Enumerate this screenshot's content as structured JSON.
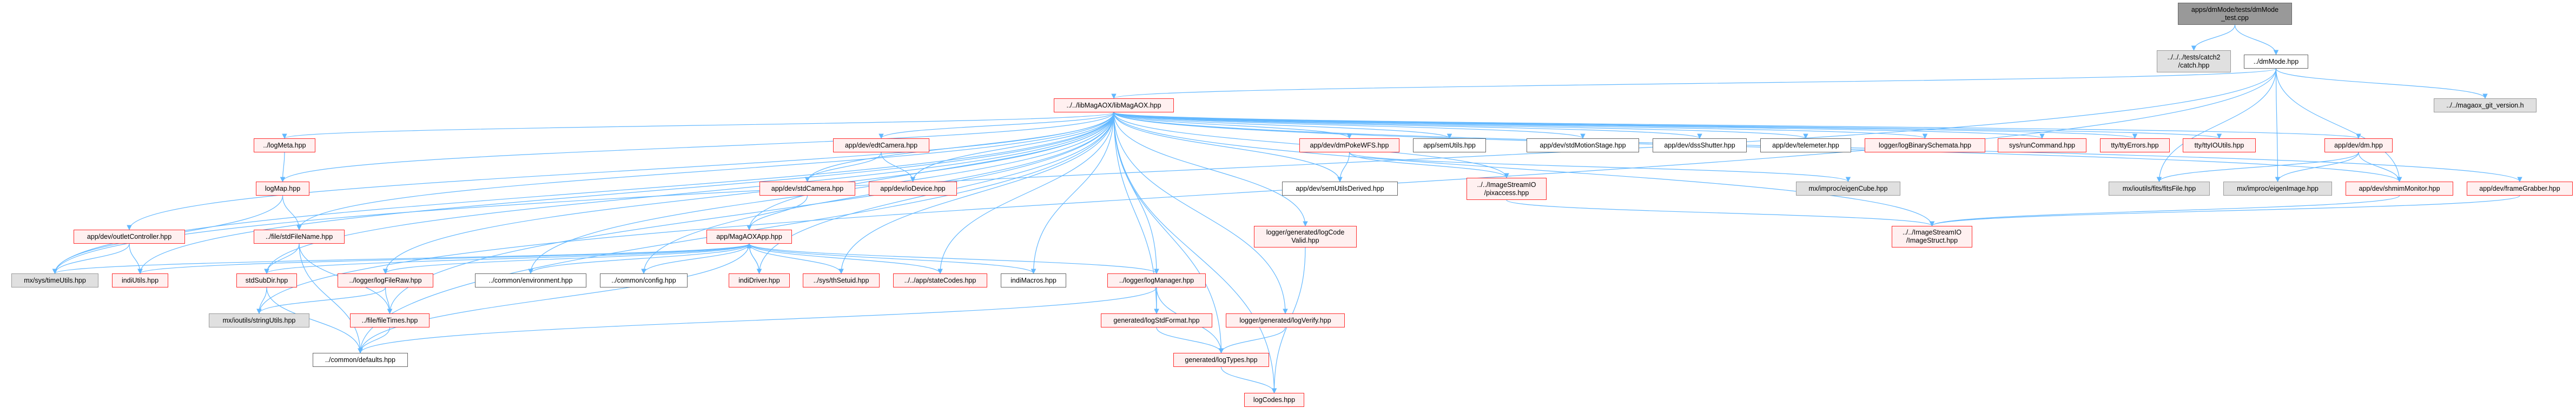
{
  "colors": {
    "edge": "#63b8ff",
    "red_border": "#ff2b2b",
    "red_fill": "#fff0f0",
    "gray_fill": "#e0e0e0",
    "root_fill": "#999999"
  },
  "nodes": [
    {
      "id": "root",
      "label": "apps/dmMode/tests/dmMode\n_test.cpp",
      "style": "root"
    },
    {
      "id": "catch",
      "label": "../../../tests/catch2\n/catch.hpp",
      "style": "gray"
    },
    {
      "id": "dmMode",
      "label": "../dmMode.hpp",
      "style": "white"
    },
    {
      "id": "gitver",
      "label": "../../magaox_git_version.h",
      "style": "gray"
    },
    {
      "id": "libMagAOX",
      "label": "../../libMagAOX/libMagAOX.hpp",
      "style": "red"
    },
    {
      "id": "logMeta",
      "label": "../logMeta.hpp",
      "style": "red"
    },
    {
      "id": "logMap",
      "label": "logMap.hpp",
      "style": "red"
    },
    {
      "id": "outletController",
      "label": "app/dev/outletController.hpp",
      "style": "red"
    },
    {
      "id": "stdFileName",
      "label": "../file/stdFileName.hpp",
      "style": "red"
    },
    {
      "id": "timeUtils",
      "label": "mx/sys/timeUtils.hpp",
      "style": "gray"
    },
    {
      "id": "indiUtils",
      "label": "indiUtils.hpp",
      "style": "red"
    },
    {
      "id": "stdSubDir",
      "label": "stdSubDir.hpp",
      "style": "red"
    },
    {
      "id": "logFileRaw",
      "label": "../logger/logFileRaw.hpp",
      "style": "red"
    },
    {
      "id": "environment",
      "label": "../common/environment.hpp",
      "style": "white"
    },
    {
      "id": "config",
      "label": "../common/config.hpp",
      "style": "white"
    },
    {
      "id": "stringUtils",
      "label": "mx/ioutils/stringUtils.hpp",
      "style": "gray"
    },
    {
      "id": "fileTimes",
      "label": "../file/fileTimes.hpp",
      "style": "red"
    },
    {
      "id": "defaults",
      "label": "../common/defaults.hpp",
      "style": "white"
    },
    {
      "id": "edtCamera",
      "label": "app/dev/edtCamera.hpp",
      "style": "red"
    },
    {
      "id": "stdCamera",
      "label": "app/dev/stdCamera.hpp",
      "style": "red"
    },
    {
      "id": "ioDevice",
      "label": "app/dev/ioDevice.hpp",
      "style": "red"
    },
    {
      "id": "MagAOXApp",
      "label": "app/MagAOXApp.hpp",
      "style": "red"
    },
    {
      "id": "indiDriver",
      "label": "indiDriver.hpp",
      "style": "red"
    },
    {
      "id": "thSetuid",
      "label": "../sys/thSetuid.hpp",
      "style": "red"
    },
    {
      "id": "stateCodes",
      "label": "../../app/stateCodes.hpp",
      "style": "red"
    },
    {
      "id": "indiMacros",
      "label": "indiMacros.hpp",
      "style": "white"
    },
    {
      "id": "logManager",
      "label": "../logger/logManager.hpp",
      "style": "red"
    },
    {
      "id": "logStdFormat",
      "label": "generated/logStdFormat.hpp",
      "style": "red"
    },
    {
      "id": "logVerify",
      "label": "logger/generated/logVerify.hpp",
      "style": "red"
    },
    {
      "id": "logTypes",
      "label": "generated/logTypes.hpp",
      "style": "red"
    },
    {
      "id": "logCodes",
      "label": "logCodes.hpp",
      "style": "red"
    },
    {
      "id": "logCodeValid",
      "label": "logger/generated/logCode\nValid.hpp",
      "style": "red"
    },
    {
      "id": "semUtilsDerived",
      "label": "app/dev/semUtilsDerived.hpp",
      "style": "white"
    },
    {
      "id": "dmPokeWFS",
      "label": "app/dev/dmPokeWFS.hpp",
      "style": "red"
    },
    {
      "id": "semUtils",
      "label": "app/semUtils.hpp",
      "style": "white"
    },
    {
      "id": "stdMotionStage",
      "label": "app/dev/stdMotionStage.hpp",
      "style": "white"
    },
    {
      "id": "dssShutter",
      "label": "app/dev/dssShutter.hpp",
      "style": "white"
    },
    {
      "id": "telemeter",
      "label": "app/dev/telemeter.hpp",
      "style": "white"
    },
    {
      "id": "logBinarySchemata",
      "label": "logger/logBinarySchemata.hpp",
      "style": "red"
    },
    {
      "id": "pixaccess",
      "label": "../../ImageStreamIO\n/pixaccess.hpp",
      "style": "red"
    },
    {
      "id": "eigenCube",
      "label": "mx/improc/eigenCube.hpp",
      "style": "gray"
    },
    {
      "id": "ImageStruct",
      "label": "../../ImageStreamIO\n/ImageStruct.hpp",
      "style": "red"
    },
    {
      "id": "runCommand",
      "label": "sys/runCommand.hpp",
      "style": "red"
    },
    {
      "id": "ttyErrors",
      "label": "tty/ttyErrors.hpp",
      "style": "red"
    },
    {
      "id": "ttyIOUtils",
      "label": "tty/ttyIOUtils.hpp",
      "style": "red"
    },
    {
      "id": "dm",
      "label": "app/dev/dm.hpp",
      "style": "red"
    },
    {
      "id": "fitsFile",
      "label": "mx/ioutils/fits/fitsFile.hpp",
      "style": "gray"
    },
    {
      "id": "eigenImage",
      "label": "mx/improc/eigenImage.hpp",
      "style": "gray"
    },
    {
      "id": "shmimMonitor",
      "label": "app/dev/shmimMonitor.hpp",
      "style": "red"
    },
    {
      "id": "frameGrabber",
      "label": "app/dev/frameGrabber.hpp",
      "style": "red"
    }
  ],
  "edges": [
    [
      "root",
      "catch"
    ],
    [
      "root",
      "dmMode"
    ],
    [
      "dmMode",
      "libMagAOX"
    ],
    [
      "dmMode",
      "gitver"
    ],
    [
      "dmMode",
      "fitsFile"
    ],
    [
      "dmMode",
      "eigenImage"
    ],
    [
      "dmMode",
      "shmimMonitor"
    ],
    [
      "dmMode",
      "timeUtils"
    ],
    [
      "dmMode",
      "stringUtils"
    ],
    [
      "libMagAOX",
      "logMeta"
    ],
    [
      "libMagAOX",
      "logMap"
    ],
    [
      "libMagAOX",
      "outletController"
    ],
    [
      "libMagAOX",
      "stdFileName"
    ],
    [
      "libMagAOX",
      "indiUtils"
    ],
    [
      "libMagAOX",
      "stdSubDir"
    ],
    [
      "libMagAOX",
      "logFileRaw"
    ],
    [
      "libMagAOX",
      "fileTimes"
    ],
    [
      "libMagAOX",
      "defaults"
    ],
    [
      "libMagAOX",
      "environment"
    ],
    [
      "libMagAOX",
      "config"
    ],
    [
      "libMagAOX",
      "timeUtils"
    ],
    [
      "libMagAOX",
      "edtCamera"
    ],
    [
      "libMagAOX",
      "stdCamera"
    ],
    [
      "libMagAOX",
      "ioDevice"
    ],
    [
      "libMagAOX",
      "MagAOXApp"
    ],
    [
      "libMagAOX",
      "indiDriver"
    ],
    [
      "libMagAOX",
      "thSetuid"
    ],
    [
      "libMagAOX",
      "stateCodes"
    ],
    [
      "libMagAOX",
      "indiMacros"
    ],
    [
      "libMagAOX",
      "logManager"
    ],
    [
      "libMagAOX",
      "logStdFormat"
    ],
    [
      "libMagAOX",
      "logVerify"
    ],
    [
      "libMagAOX",
      "logTypes"
    ],
    [
      "libMagAOX",
      "logCodes"
    ],
    [
      "libMagAOX",
      "logCodeValid"
    ],
    [
      "libMagAOX",
      "semUtilsDerived"
    ],
    [
      "libMagAOX",
      "dmPokeWFS"
    ],
    [
      "libMagAOX",
      "semUtils"
    ],
    [
      "libMagAOX",
      "stdMotionStage"
    ],
    [
      "libMagAOX",
      "dssShutter"
    ],
    [
      "libMagAOX",
      "telemeter"
    ],
    [
      "libMagAOX",
      "logBinarySchemata"
    ],
    [
      "libMagAOX",
      "runCommand"
    ],
    [
      "libMagAOX",
      "ttyErrors"
    ],
    [
      "libMagAOX",
      "ttyIOUtils"
    ],
    [
      "libMagAOX",
      "dm"
    ],
    [
      "libMagAOX",
      "shmimMonitor"
    ],
    [
      "libMagAOX",
      "frameGrabber"
    ],
    [
      "libMagAOX",
      "pixaccess"
    ],
    [
      "libMagAOX",
      "ImageStruct"
    ],
    [
      "logMeta",
      "logMap"
    ],
    [
      "logMap",
      "timeUtils"
    ],
    [
      "logMap",
      "stdFileName"
    ],
    [
      "outletController",
      "timeUtils"
    ],
    [
      "outletController",
      "indiUtils"
    ],
    [
      "stdFileName",
      "stdSubDir"
    ],
    [
      "stdFileName",
      "fileTimes"
    ],
    [
      "stdFileName",
      "defaults"
    ],
    [
      "stdSubDir",
      "stringUtils"
    ],
    [
      "stdSubDir",
      "defaults"
    ],
    [
      "logFileRaw",
      "stringUtils"
    ],
    [
      "logFileRaw",
      "fileTimes"
    ],
    [
      "fileTimes",
      "defaults"
    ],
    [
      "edtCamera",
      "stdCamera"
    ],
    [
      "edtCamera",
      "ioDevice"
    ],
    [
      "stdCamera",
      "MagAOXApp"
    ],
    [
      "MagAOXApp",
      "timeUtils"
    ],
    [
      "MagAOXApp",
      "indiUtils"
    ],
    [
      "MagAOXApp",
      "stdSubDir"
    ],
    [
      "MagAOXApp",
      "logFileRaw"
    ],
    [
      "MagAOXApp",
      "environment"
    ],
    [
      "MagAOXApp",
      "config"
    ],
    [
      "MagAOXApp",
      "defaults"
    ],
    [
      "MagAOXApp",
      "indiDriver"
    ],
    [
      "MagAOXApp",
      "thSetuid"
    ],
    [
      "MagAOXApp",
      "stateCodes"
    ],
    [
      "MagAOXApp",
      "indiMacros"
    ],
    [
      "MagAOXApp",
      "logManager"
    ],
    [
      "indiDriver",
      "MagAOXApp"
    ],
    [
      "logManager",
      "logStdFormat"
    ],
    [
      "logManager",
      "logTypes"
    ],
    [
      "logManager",
      "defaults"
    ],
    [
      "logStdFormat",
      "logTypes"
    ],
    [
      "logVerify",
      "logTypes"
    ],
    [
      "logTypes",
      "logCodes"
    ],
    [
      "logCodeValid",
      "logCodes"
    ],
    [
      "dmPokeWFS",
      "semUtilsDerived"
    ],
    [
      "dmPokeWFS",
      "pixaccess"
    ],
    [
      "dmPokeWFS",
      "eigenCube"
    ],
    [
      "pixaccess",
      "ImageStruct"
    ],
    [
      "dm",
      "fitsFile"
    ],
    [
      "dm",
      "eigenImage"
    ],
    [
      "dm",
      "shmimMonitor"
    ],
    [
      "shmimMonitor",
      "ImageStruct"
    ],
    [
      "frameGrabber",
      "ImageStruct"
    ]
  ]
}
